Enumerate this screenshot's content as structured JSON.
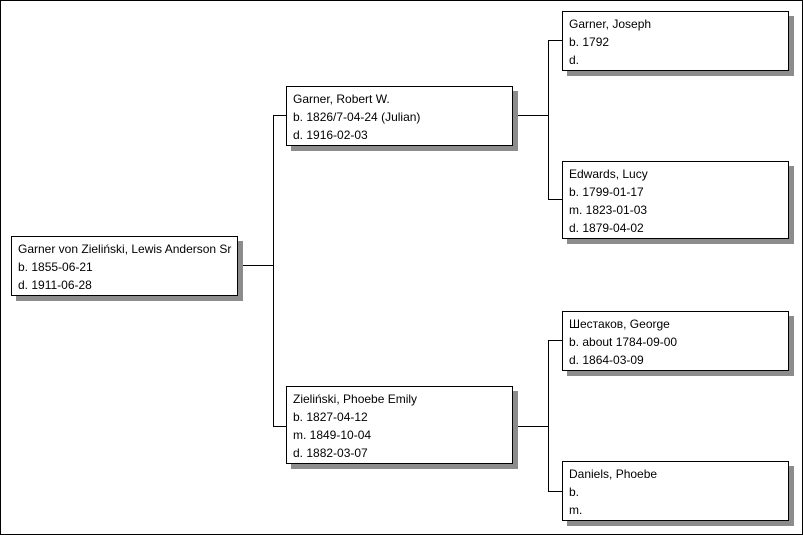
{
  "people": {
    "p1": {
      "name": "Garner von Zieliński, Lewis Anderson Sr",
      "birth": "b. 1855-06-21",
      "death": "d. 1911-06-28"
    },
    "p2": {
      "name": "Garner, Robert W.",
      "birth": "b. 1826/7-04-24 (Julian)",
      "death": "d. 1916-02-03"
    },
    "p3": {
      "name": "Zieliński, Phoebe Emily",
      "birth": "b. 1827-04-12",
      "marriage": "m. 1849-10-04",
      "death": "d. 1882-03-07"
    },
    "p4": {
      "name": "Garner, Joseph",
      "birth": "b. 1792",
      "death": "d."
    },
    "p5": {
      "name": "Edwards, Lucy",
      "birth": "b. 1799-01-17",
      "marriage": "m. 1823-01-03",
      "death": "d. 1879-04-02"
    },
    "p6": {
      "name": "Шестаков, George",
      "birth": "b. about 1784-09-00",
      "death": "d. 1864-03-09"
    },
    "p7": {
      "name": "Daniels, Phoebe",
      "birth": "b.",
      "marriage": "m."
    }
  }
}
